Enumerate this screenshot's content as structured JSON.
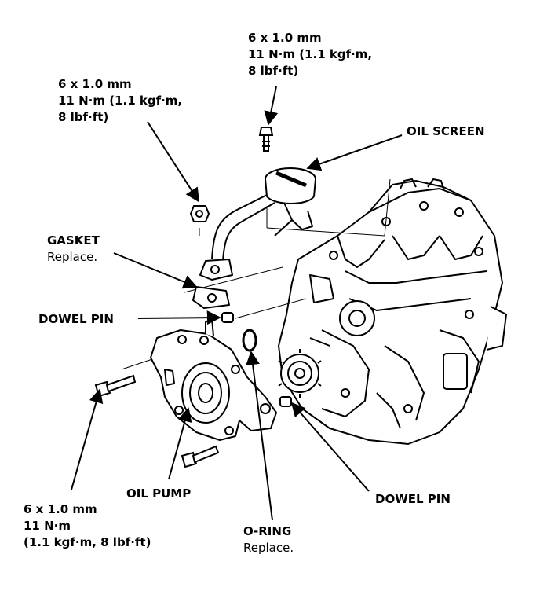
{
  "callouts": {
    "top_bolt": {
      "size": "6 x 1.0 mm",
      "torque": "11 N·m (1.1 kgf·m,",
      "torque_cont": "8 lbf·ft)"
    },
    "left_bolt": {
      "size": "6 x 1.0 mm",
      "torque": "11 N·m (1.1 kgf·m,",
      "torque_cont": "8 lbf·ft)"
    },
    "bottom_bolt": {
      "size": "6 x 1.0 mm",
      "torque": "11 N·m",
      "torque_cont": "(1.1 kgf·m, 8 lbf·ft)"
    },
    "oil_screen": {
      "name": "OIL SCREEN"
    },
    "gasket": {
      "name": "GASKET",
      "note": "Replace."
    },
    "dowel_pin_left": {
      "name": "DOWEL PIN"
    },
    "dowel_pin_right": {
      "name": "DOWEL PIN"
    },
    "oil_pump": {
      "name": "OIL PUMP"
    },
    "o_ring": {
      "name": "O-RING",
      "note": "Replace."
    }
  },
  "colors": {
    "ink": "#000000",
    "paper": "#ffffff"
  }
}
